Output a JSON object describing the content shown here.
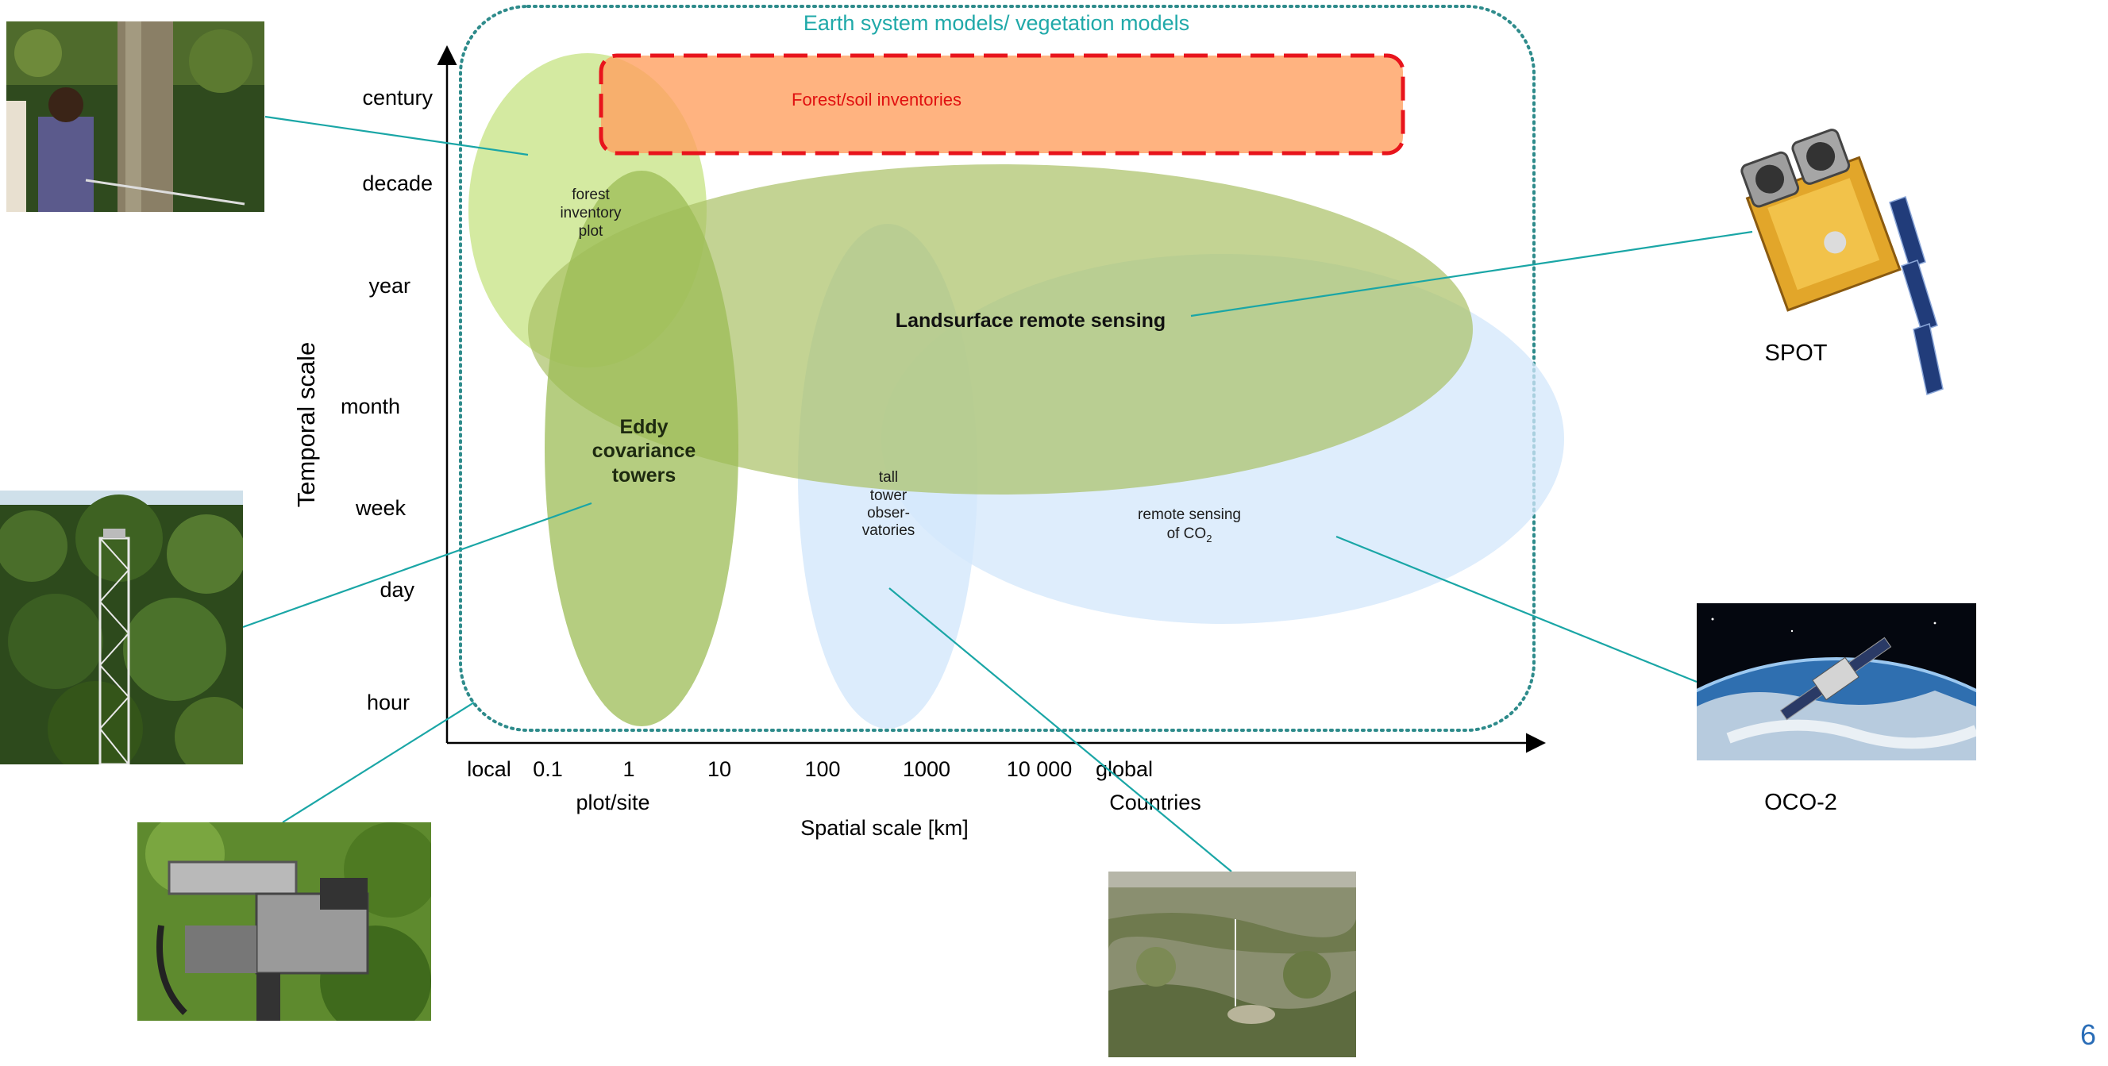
{
  "frame_title": "Earth system models/ vegetation models",
  "axes": {
    "y_title": "Temporal scale",
    "x_title": "Spatial scale [km]",
    "y_ticks": [
      "century",
      "decade",
      "year",
      "month",
      "week",
      "day",
      "hour"
    ],
    "x_ticks": [
      "local",
      "0.1",
      "1",
      "10",
      "100",
      "1000",
      "10 000",
      "global"
    ],
    "x_sublabels": [
      "plot/site",
      "Countries"
    ]
  },
  "regions": {
    "inventories": "Forest/soil inventories",
    "forest_plot": [
      "forest",
      "inventory",
      "plot"
    ],
    "eddy": [
      "Eddy",
      "covariance",
      "towers"
    ],
    "landsurface": "Landsurface remote sensing",
    "tall_tower": [
      "tall",
      "tower",
      "obser-",
      "vatories"
    ],
    "co2_line1": "remote sensing",
    "co2_line2_prefix": "of CO",
    "co2_line2_sub": "2"
  },
  "satellites": {
    "spot": "SPOT",
    "oco2": "OCO-2"
  },
  "slide_number": "6",
  "colors": {
    "frame_teal": "#2e8b8b",
    "frame_title": "#20a9a9",
    "inventories_fill": "#ffa060",
    "inventories_stroke": "#e8141c",
    "inventories_text": "#e01010",
    "lightgreen": "#cde690",
    "midgreen": "#9cbc55",
    "olive": "#a9c065",
    "lightblue": "#d3e7fb",
    "leader": "#1aa6a6",
    "slide_number": "#2a6db7"
  }
}
